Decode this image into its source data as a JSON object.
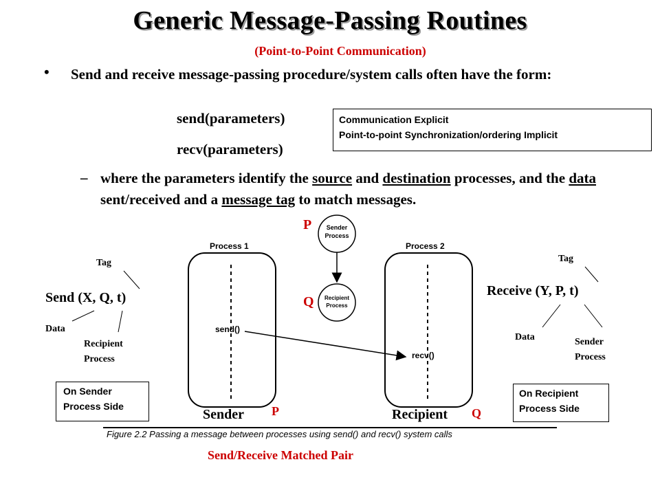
{
  "header": {
    "title": "Generic Message-Passing Routines",
    "subtitle": "(Point-to-Point Communication)"
  },
  "bullet": {
    "marker": "•",
    "text": "Send and receive message-passing procedure/system calls often have the form:"
  },
  "calls": {
    "send": "send(parameters)",
    "recv": "recv(parameters)"
  },
  "note_box": {
    "line1": "Communication Explicit",
    "line2": "Point-to-point Synchronization/ordering Implicit"
  },
  "sub_bullet": {
    "marker": "–",
    "t1": " where the parameters identify the ",
    "source": "source",
    "t2": " and ",
    "destination": "destination",
    "t3": " processes, and the ",
    "data": "data",
    "t4": " sent/received and a ",
    "tag": "message tag",
    "t5": " to match messages."
  },
  "left": {
    "tag": "Tag",
    "call": "Send (X, Q, t)",
    "data": "Data",
    "recipient": "Recipient Process",
    "box": "On Sender Process Side"
  },
  "right": {
    "tag": "Tag",
    "call": "Receive (Y, P, t)",
    "data": "Data",
    "sender": "Sender Process",
    "box": "On Recipient Process Side"
  },
  "mini": {
    "p": "P",
    "q": "Q",
    "sender_process": "Sender Process",
    "recipient_process": "Recipient Process"
  },
  "figure": {
    "process1": "Process 1",
    "process2": "Process 2",
    "send_fn": "send()",
    "recv_fn": "recv()",
    "sender": "Sender",
    "sender_tag": "P",
    "recipient": "Recipient",
    "recipient_tag": "Q",
    "caption": "Figure 2.2 Passing a message between processes using send() and recv() system calls"
  },
  "footer": "Send/Receive Matched Pair",
  "colors": {
    "accent": "#cc0000"
  }
}
